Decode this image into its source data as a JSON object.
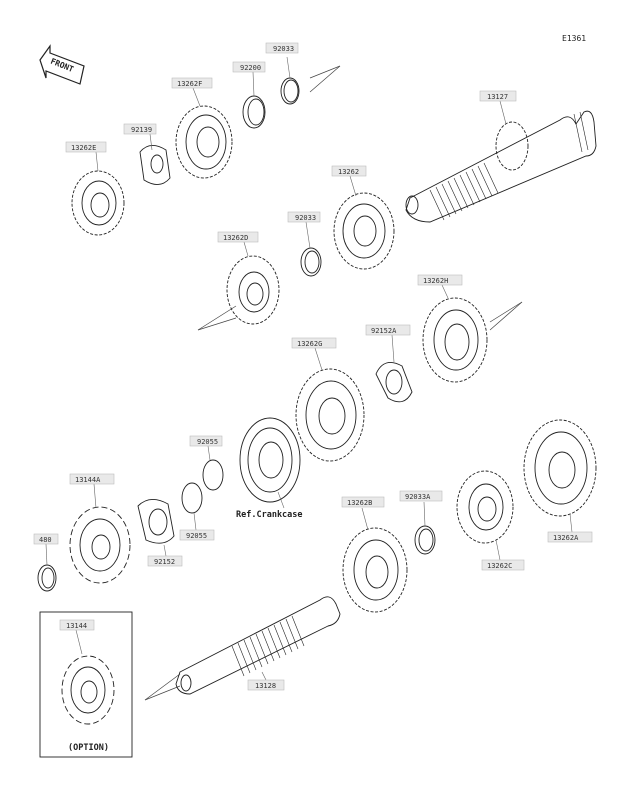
{
  "page_code": "E1361",
  "front_label": "FRONT",
  "ref_label": "Ref.Crankcase",
  "option_label": "(OPTION)",
  "callouts": {
    "c92033_top": "92033",
    "c92200": "92200",
    "c13262F": "13262F",
    "c92139": "92139",
    "c13262E": "13262E",
    "c13127": "13127",
    "c13262": "13262",
    "c92033_mid": "92033",
    "c13262D": "13262D",
    "c13262H": "13262H",
    "c92152A": "92152A",
    "c13262G": "13262G",
    "c92055_top": "92055",
    "c13144A": "13144A",
    "c480": "480",
    "c92152": "92152",
    "c92055_bot": "92055",
    "c13262B": "13262B",
    "c92033A": "92033A",
    "c13262C": "13262C",
    "c13262A": "13262A",
    "c13144": "13144",
    "c13128": "13128"
  }
}
